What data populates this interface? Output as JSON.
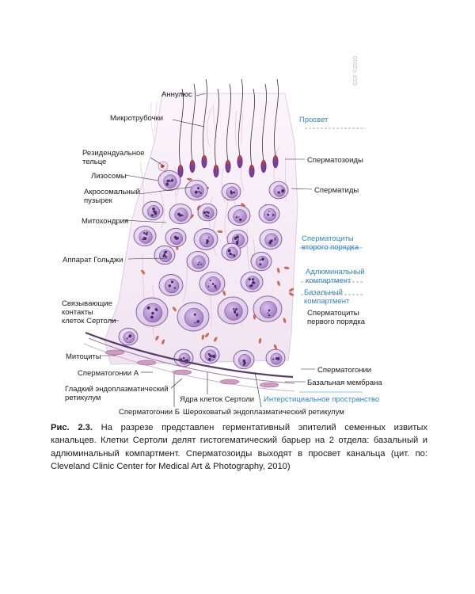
{
  "figure": {
    "labels_left": [
      {
        "id": "annulus",
        "text": "Аннулюс"
      },
      {
        "id": "microtubules",
        "text": "Микротрубочки"
      },
      {
        "id": "residual_body",
        "text": "Резидендуальное\nтельце"
      },
      {
        "id": "lysosomes",
        "text": "Лизосомы"
      },
      {
        "id": "acrosomal_vesicle",
        "text": "Акросомальный\nпузырек"
      },
      {
        "id": "mitochondria",
        "text": "Митохондрия"
      },
      {
        "id": "golgi",
        "text": "Аппарат Гольджи"
      },
      {
        "id": "sertoli_contacts",
        "text": "Связывающие\nконтакты\nклеток Сертоли"
      },
      {
        "id": "myocytes",
        "text": "Митоциты"
      },
      {
        "id": "spermatogonia_a",
        "text": "Сперматогонии А"
      },
      {
        "id": "smooth_er",
        "text": "Гладкий эндоплазматический\nретикулум"
      }
    ],
    "labels_bottom": [
      {
        "id": "sertoli_nuclei",
        "text": "Ядра клеток Сертоли"
      },
      {
        "id": "spermatogonia_b",
        "text": "Сперматогонии Б"
      },
      {
        "id": "rough_er",
        "text": "Шероховатый эндоплазматический ретикулум"
      }
    ],
    "labels_right": [
      {
        "id": "lumen",
        "text": "Просвет",
        "blue": true
      },
      {
        "id": "spermatozoa",
        "text": "Сперматозоиды",
        "blue": false
      },
      {
        "id": "spermatids",
        "text": "Сперматиды",
        "blue": false
      },
      {
        "id": "spermatocytes_2",
        "text": "Сперматоциты\nвторого порядка",
        "blue": true
      },
      {
        "id": "adluminal",
        "text": "Адлюминальный\nкомпартмент",
        "blue": true
      },
      {
        "id": "basal_comp",
        "text": "Базальный\nкомпартмент",
        "blue": true
      },
      {
        "id": "spermatocytes_1",
        "text": "Сперматоциты\nпервого порядка",
        "blue": false
      },
      {
        "id": "spermatogonia",
        "text": "Сперматогонии",
        "blue": false
      },
      {
        "id": "basal_membrane",
        "text": "Базальная мембрана",
        "blue": false
      },
      {
        "id": "interstitial",
        "text": "Интерстициальное пространство",
        "blue": true
      }
    ],
    "watermark": "CCF ©2010"
  },
  "caption": {
    "label": "Рис. 2.3.",
    "text": " На разрезе представлен герментативный эпителий семенных извитых канальцев. Клетки Сертоли делят гистогематический барьер на 2 отдела: базальный и адлюминальный компартмент. Сперматозоиды выходят в просвет канальца (цит. по: Cleveland Clinic Center for Medical Art & Photography, 2010)"
  },
  "colors": {
    "blue_label": "#2f86c6",
    "cell_fill": "#e8d6ee",
    "cell_stroke": "#7d5a93",
    "nucleus": "#b993cf",
    "chromatin": "#4a2b66",
    "mito": "#c96a53"
  }
}
